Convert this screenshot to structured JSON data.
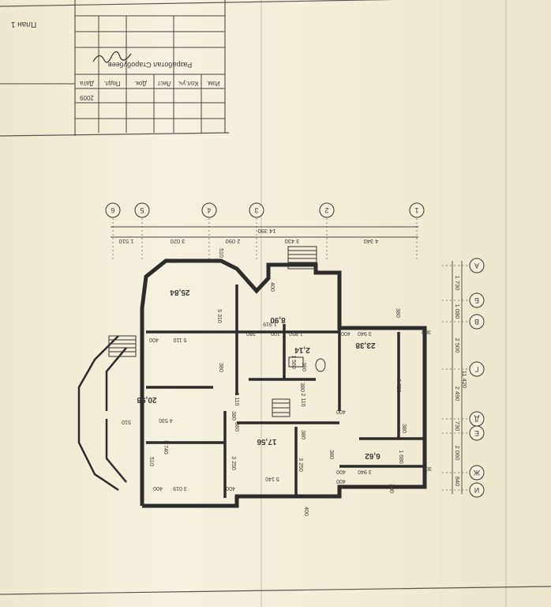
{
  "title_block": {
    "plan_label": "План 1",
    "developer_row": "Разработал Старобубеев",
    "header_cols": [
      "Изм.",
      "Кол.уч.",
      "Лист",
      "Док.",
      "Подп.",
      "Дата"
    ],
    "year": "2009"
  },
  "axes_vertical": [
    "1",
    "2",
    "3",
    "4",
    "5",
    "6"
  ],
  "axes_horizontal": [
    "А",
    "Б",
    "В",
    "Г",
    "Д",
    "Е",
    "Ж",
    "И"
  ],
  "dims_top": {
    "overall": "14 390",
    "segments": [
      "1 510",
      "3 020",
      "2 090",
      "3 430",
      "4 340"
    ]
  },
  "dims_right": {
    "overall": "11 420",
    "segments": [
      "1 730",
      "1 080",
      "2 500",
      "2 490",
      "730",
      "2 060",
      "840"
    ]
  },
  "room_areas": [
    "25,84",
    "8,90",
    "2,14",
    "23,38",
    "20,98",
    "17,56",
    "6,62"
  ],
  "inner_dims": [
    "510",
    "400",
    "5 310",
    "1 919",
    "1 100",
    "380",
    "5 110",
    "380",
    "400",
    "3 940",
    "400",
    "1 850",
    "1 560",
    "380",
    "5 720",
    "380",
    "380",
    "2 110",
    "380",
    "2 110",
    "400",
    "4 530",
    "510",
    "510",
    "5 740",
    "380",
    "3 250",
    "380",
    "3 250",
    "380",
    "1 680",
    "3 940",
    "400",
    "300",
    "400",
    "3 019",
    "400",
    "5 140",
    "400",
    "300",
    "400",
    "300",
    "380"
  ]
}
